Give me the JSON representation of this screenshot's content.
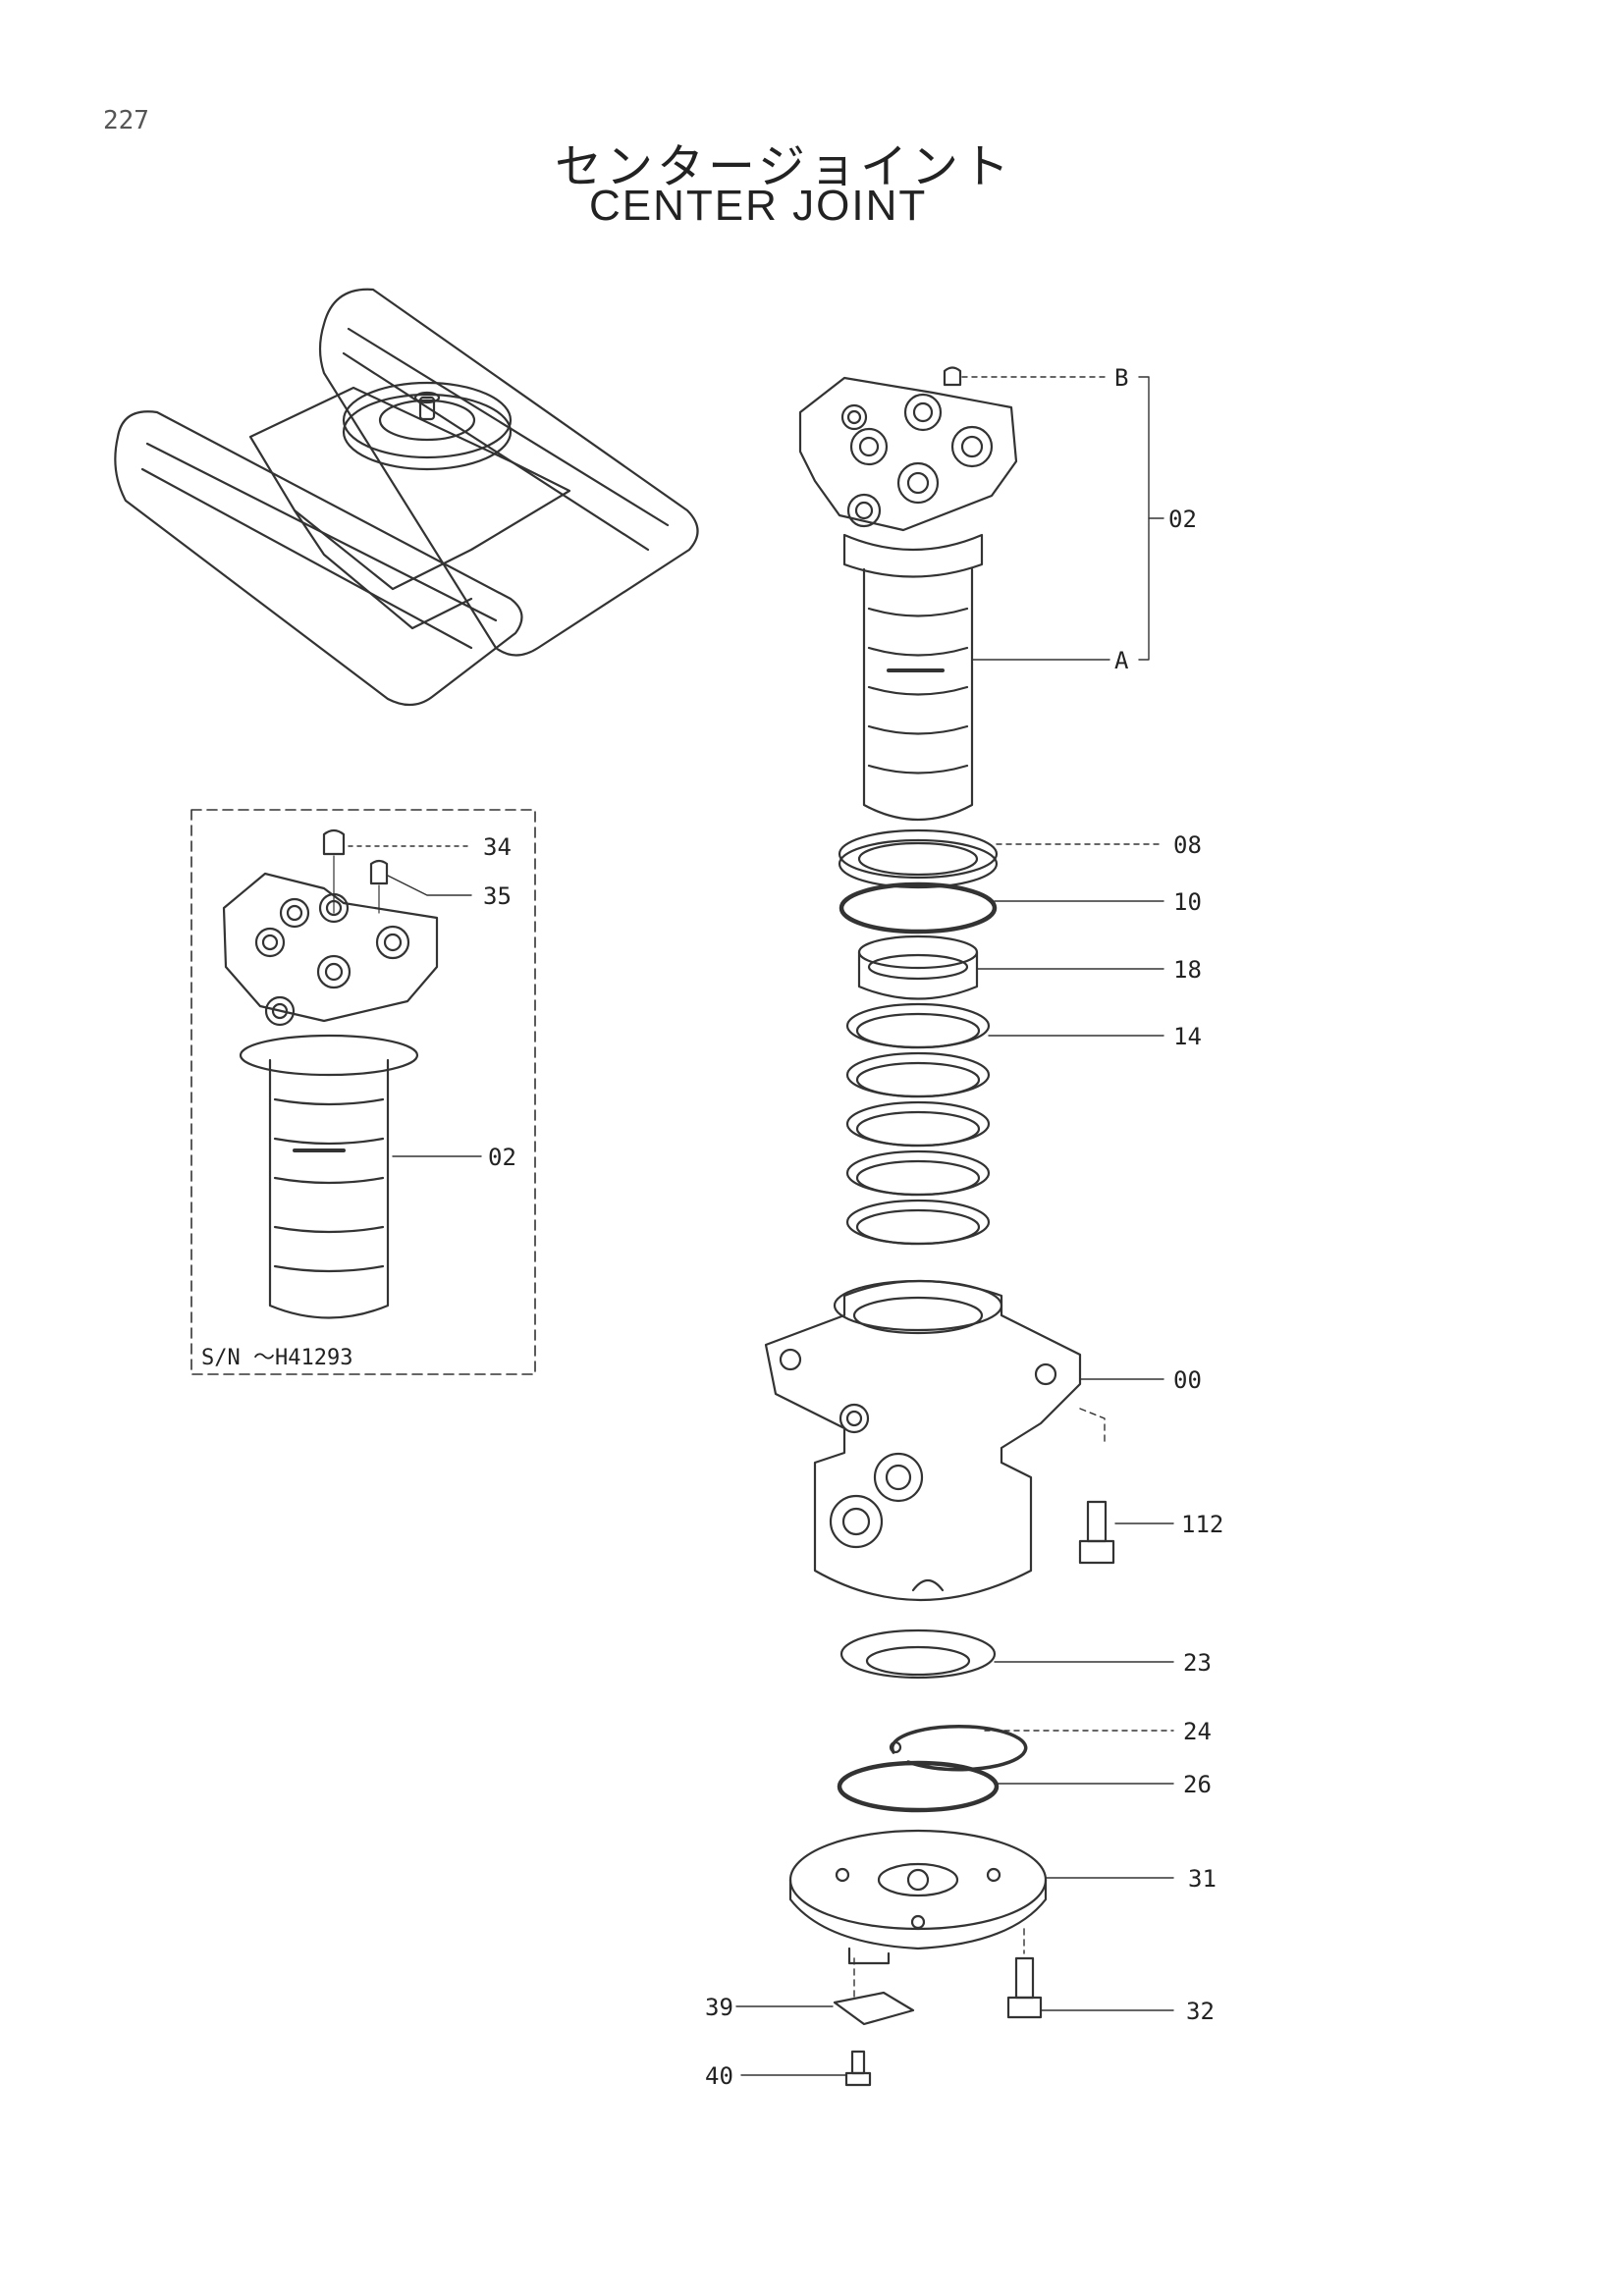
{
  "page_number": "227",
  "title_jp": "センタージョイント",
  "title_en": "CENTER JOINT",
  "inset": {
    "serial_note": "S/N ～H41293"
  },
  "callouts": {
    "B": "B",
    "02_main": "02",
    "A": "A",
    "08": "08",
    "10": "10",
    "18": "18",
    "14": "14",
    "00": "00",
    "112": "112",
    "23": "23",
    "24": "24",
    "26": "26",
    "31": "31",
    "32": "32",
    "39": "39",
    "40": "40",
    "34": "34",
    "35": "35",
    "02_inset": "02"
  }
}
